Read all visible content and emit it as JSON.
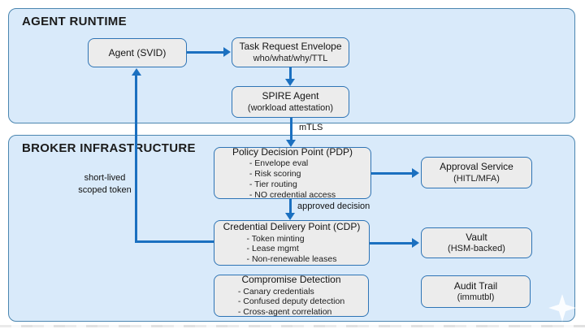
{
  "diagram": {
    "containers": {
      "agent_runtime": {
        "title": "AGENT RUNTIME"
      },
      "broker_infrastructure": {
        "title": "BROKER INFRASTRUCTURE"
      }
    },
    "nodes": {
      "agent": {
        "title": "Agent (SVID)"
      },
      "task_envelope": {
        "title": "Task Request Envelope",
        "subtitle": "who/what/why/TTL"
      },
      "spire": {
        "title": "SPIRE Agent",
        "subtitle": "(workload attestation)"
      },
      "pdp": {
        "title": "Policy Decision Point (PDP)",
        "items": [
          "- Envelope eval",
          "- Risk scoring",
          "- Tier routing",
          "- NO credential access"
        ]
      },
      "approval": {
        "title": "Approval Service",
        "subtitle": "(HITL/MFA)"
      },
      "cdp": {
        "title": "Credential Delivery Point (CDP)",
        "items": [
          "- Token minting",
          "- Lease mgmt",
          "- Non-renewable leases"
        ]
      },
      "vault": {
        "title": "Vault",
        "subtitle": "(HSM-backed)"
      },
      "compromise": {
        "title": "Compromise Detection",
        "items": [
          "- Canary credentials",
          "- Confused deputy detection",
          "- Cross-agent correlation"
        ]
      },
      "audit": {
        "title": "Audit Trail",
        "subtitle": "(immutbl)"
      }
    },
    "edge_labels": {
      "mtls": "mTLS",
      "approved_decision": "approved decision",
      "token_line1": "short-lived",
      "token_line2": "scoped token"
    },
    "icons": {
      "watermark": "sparkle-icon"
    },
    "colors": {
      "container_fill": "#d9eafa",
      "container_border": "#4b86b0",
      "node_fill": "#ececec",
      "node_border": "#2e74b5",
      "arrow": "#1b70c0",
      "text": "#1a1a1a",
      "background": "#ffffff"
    }
  }
}
